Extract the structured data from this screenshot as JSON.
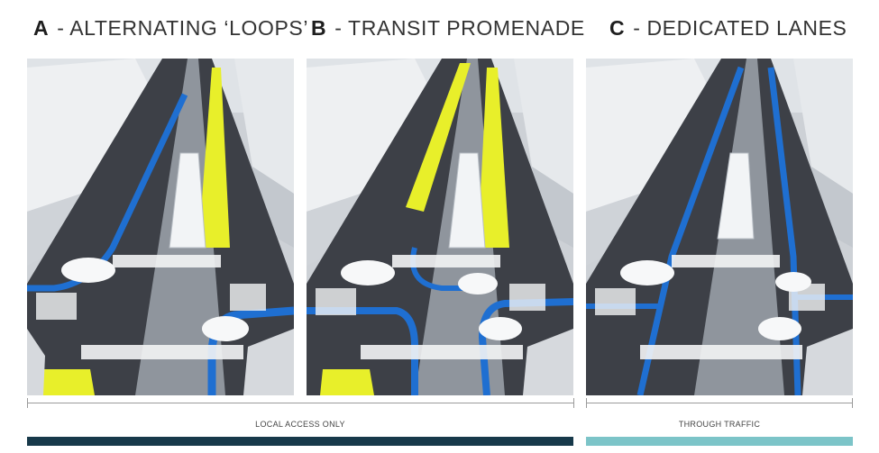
{
  "panels": [
    {
      "letter": "A",
      "title": "- ALTERNATING ‘LOOPS’"
    },
    {
      "letter": "B",
      "title": "- TRANSIT PROMENADE"
    },
    {
      "letter": "C",
      "title": "- DEDICATED LANES"
    }
  ],
  "ranges": {
    "local": {
      "label": "LOCAL ACCESS ONLY",
      "color": "#17394a"
    },
    "through": {
      "label": "THROUGH TRAFFIC",
      "color": "#7cc4c8"
    }
  },
  "colors": {
    "bike_lane": "#1f6fd1",
    "promenade": "#e8ef2a",
    "road": "#3a3d44",
    "building": "#e4e7ea"
  }
}
